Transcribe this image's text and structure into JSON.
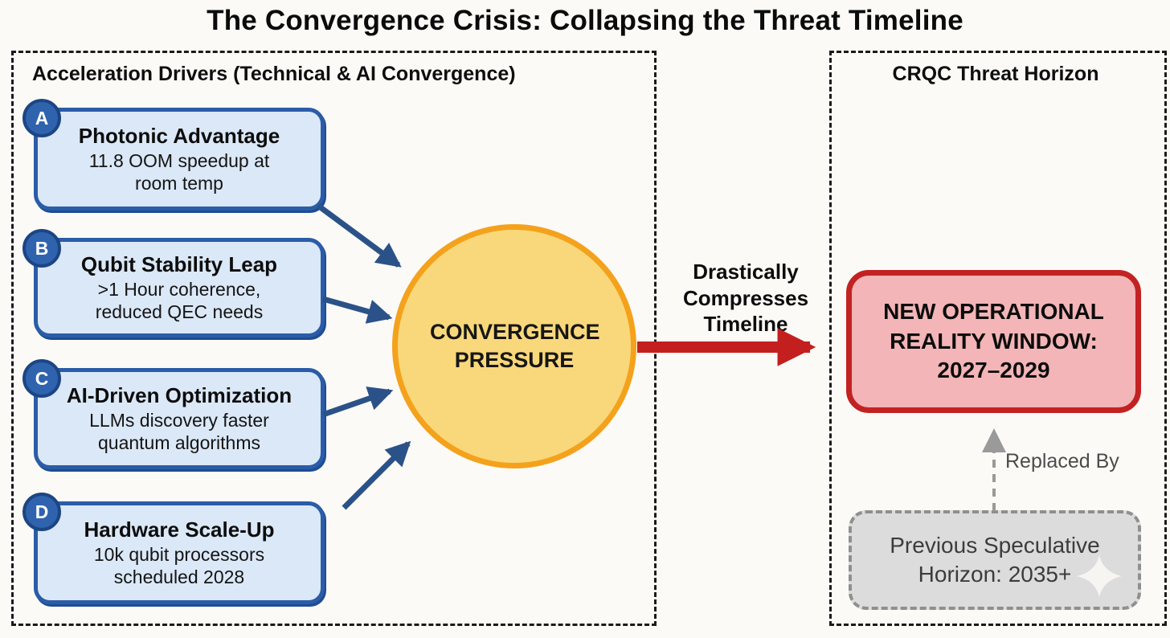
{
  "title": "The Convergence Crisis: Collapsing the Threat Timeline",
  "left_panel": {
    "header": "Acceleration Drivers (Technical & AI Convergence)",
    "drivers": [
      {
        "badge": "A",
        "title": "Photonic Advantage",
        "desc": "11.8 OOM speedup at room temp"
      },
      {
        "badge": "B",
        "title": "Qubit Stability Leap",
        "desc": ">1 Hour coherence, reduced QEC needs"
      },
      {
        "badge": "C",
        "title": "AI-Driven Optimization",
        "desc": "LLMs discovery faster quantum algorithms"
      },
      {
        "badge": "D",
        "title": "Hardware Scale-Up",
        "desc": "10k qubit processors scheduled 2028"
      }
    ]
  },
  "center": {
    "circle_label": "CONVERGENCE PRESSURE",
    "arrow_label": "Drastically Compresses Timeline"
  },
  "right_panel": {
    "header": "CRQC Threat Horizon",
    "new_window": {
      "lines": [
        "NEW OPERATIONAL",
        "REALITY WINDOW:",
        "2027–2029"
      ]
    },
    "replaced_by_label": "Replaced By",
    "previous_horizon": {
      "lines": [
        "Previous Speculative",
        "Horizon: 2035+"
      ]
    }
  },
  "colors": {
    "background": "#fbfaf6",
    "driver_fill": "#dbe8f7",
    "driver_border": "#2b5ca8",
    "badge_fill": "#2f63ae",
    "arrow_blue": "#2b5288",
    "circle_fill": "#f9d87b",
    "circle_border": "#f4a21c",
    "red_arrow": "#c41f1f",
    "reality_fill": "#f3b5b7",
    "reality_border": "#c32222",
    "previous_fill": "#dcdcdc",
    "previous_border": "#8f8f8f",
    "panel_dash": "#1a1a1a"
  }
}
